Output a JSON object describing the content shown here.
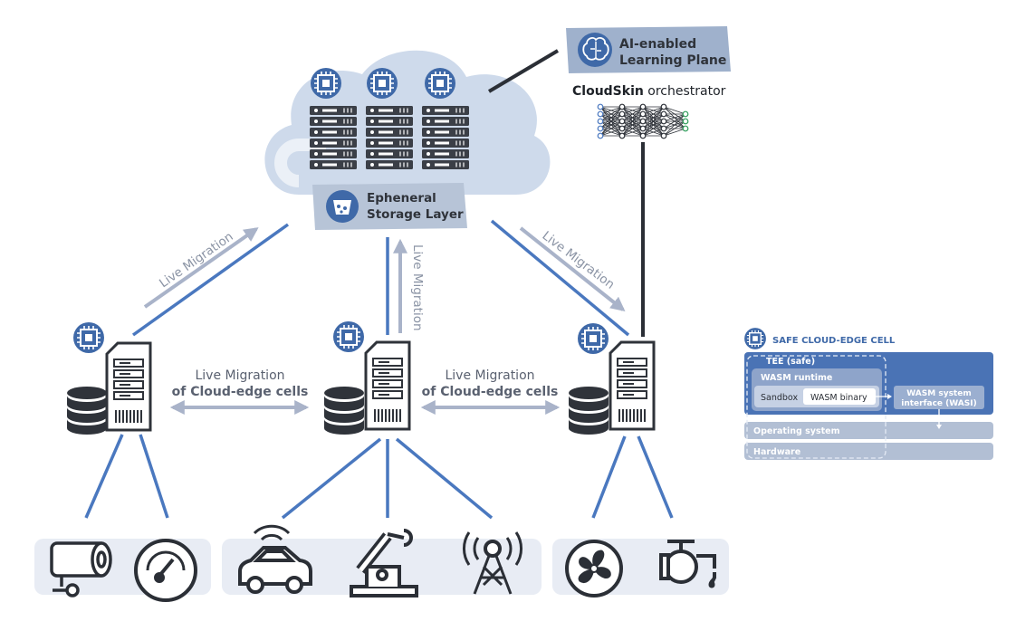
{
  "learning_plane": {
    "line1": "AI-enabled",
    "line2": "Learning Plane"
  },
  "orchestrator": {
    "brand": "CloudSkin",
    "suffix": " orchestrator"
  },
  "storage": {
    "line1": "Epheneral",
    "line2": "Storage Layer"
  },
  "migrations": {
    "left": "Live Migration",
    "center": "Live Migration",
    "right": "Live Migration",
    "cells_left": {
      "line1": "Live Migration",
      "line2": "of Cloud-edge cells"
    },
    "cells_right": {
      "line1": "Live Migration",
      "line2": "of Cloud-edge cells"
    }
  },
  "safe_cell": {
    "title": "SAFE CLOUD-EDGE CELL",
    "tee": "TEE (safe)",
    "wasm_runtime": "WASM runtime",
    "sandbox": "Sandbox",
    "wasm_binary": "WASM binary",
    "wasi_line1": "WASM system",
    "wasi_line2": "interface (WASI)",
    "os": "Operating system",
    "hardware": "Hardware"
  },
  "devices": {
    "left": [
      "camera-icon",
      "gauge-icon"
    ],
    "center": [
      "connected-car-icon",
      "robot-arm-icon",
      "antenna-tower-icon"
    ],
    "right": [
      "fan-icon",
      "valve-icon"
    ]
  },
  "colors": {
    "blue_line": "#4a78bf",
    "arrow_gray": "#a9b3c9",
    "cloud": "#c5d3e8",
    "badge_bg": "#b7c4d7",
    "chip_blue": "#3f69a8",
    "dark": "#2b2f36",
    "panel_blue": "#4a73b5",
    "device_bg": "#e8ecf4"
  }
}
